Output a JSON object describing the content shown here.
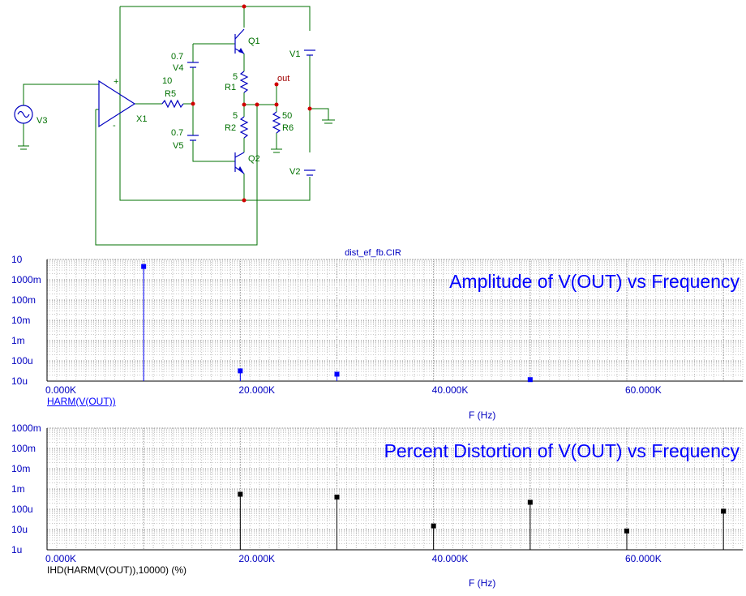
{
  "schematic": {
    "labels": {
      "v3": "V3",
      "x1": "X1",
      "r5": "R5",
      "r5_value": "10",
      "v4": "V4",
      "v4_value": "0.7",
      "v5": "V5",
      "v5_value": "0.7",
      "q1": "Q1",
      "q2": "Q2",
      "r1": "R1",
      "r1_value": "5",
      "r2": "R2",
      "r2_value": "5",
      "r6": "R6",
      "r6_value": "50",
      "v1": "V1",
      "v2": "V2",
      "out": "out",
      "plus": "+",
      "minus": "-"
    }
  },
  "file_title": "dist_ef_fb.CIR",
  "colors": {
    "trace_blue": "#0000ff",
    "trace_black": "#000000",
    "grid": "#9a9a9a",
    "wire": "#007000",
    "component": "#0000c0"
  },
  "chart_data": [
    {
      "type": "scatter",
      "title": "Amplitude of V(OUT) vs Frequency",
      "xlabel": "F (Hz)",
      "ylabel": "",
      "y_scale": "log",
      "xlim": [
        0,
        72000
      ],
      "ylim": [
        1e-05,
        10
      ],
      "x_tick_labels": [
        "0.000K",
        "20.000K",
        "40.000K",
        "60.000K"
      ],
      "x_ticks": [
        0,
        20000,
        40000,
        60000
      ],
      "y_tick_labels": [
        "10",
        "1000m",
        "100m",
        "10m",
        "1m",
        "100u",
        "10u"
      ],
      "y_ticks": [
        10,
        1,
        0.1,
        0.01,
        0.001,
        0.0001,
        1e-05
      ],
      "grid": true,
      "series": [
        {
          "name": "HARM(V(OUT))",
          "x": [
            10000,
            20000,
            30000,
            50000
          ],
          "values": [
            4.5,
            3.2e-05,
            2.2e-05,
            1.18e-05
          ]
        }
      ]
    },
    {
      "type": "scatter",
      "title": "Percent Distortion of V(OUT) vs Frequency",
      "xlabel": "F (Hz)",
      "ylabel": "",
      "y_scale": "log",
      "xlim": [
        0,
        72000
      ],
      "ylim": [
        1e-06,
        1
      ],
      "x_tick_labels": [
        "0.000K",
        "20.000K",
        "40.000K",
        "60.000K"
      ],
      "x_ticks": [
        0,
        20000,
        40000,
        60000
      ],
      "y_tick_labels": [
        "1000m",
        "100m",
        "10m",
        "1m",
        "100u",
        "10u",
        "1u"
      ],
      "y_ticks": [
        1,
        0.1,
        0.01,
        0.001,
        0.0001,
        1e-05,
        1e-06
      ],
      "grid": true,
      "series": [
        {
          "name": "IHD(HARM(V(OUT)),10000) (%)",
          "x": [
            20000,
            30000,
            40000,
            50000,
            60000,
            70000
          ],
          "values": [
            0.00055,
            0.0004,
            1.5e-05,
            0.00022,
            8.5e-06,
            8e-05
          ]
        }
      ]
    }
  ]
}
